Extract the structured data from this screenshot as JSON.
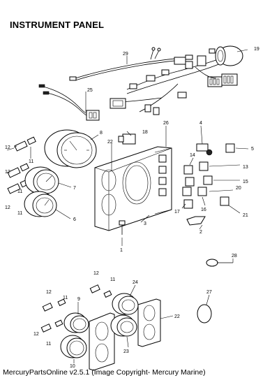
{
  "title": "INSTRUMENT PANEL",
  "footer": "MercuryPartsOnline v2.5.1 (Image Copyright- Mercury Marine)",
  "callouts": [
    "1",
    "2",
    "3",
    "4",
    "5",
    "6",
    "7",
    "8",
    "9",
    "10",
    "11",
    "12",
    "13",
    "14",
    "15",
    "16",
    "17",
    "18",
    "19",
    "20",
    "21",
    "22",
    "23",
    "24",
    "25",
    "26",
    "27",
    "28",
    "29"
  ]
}
